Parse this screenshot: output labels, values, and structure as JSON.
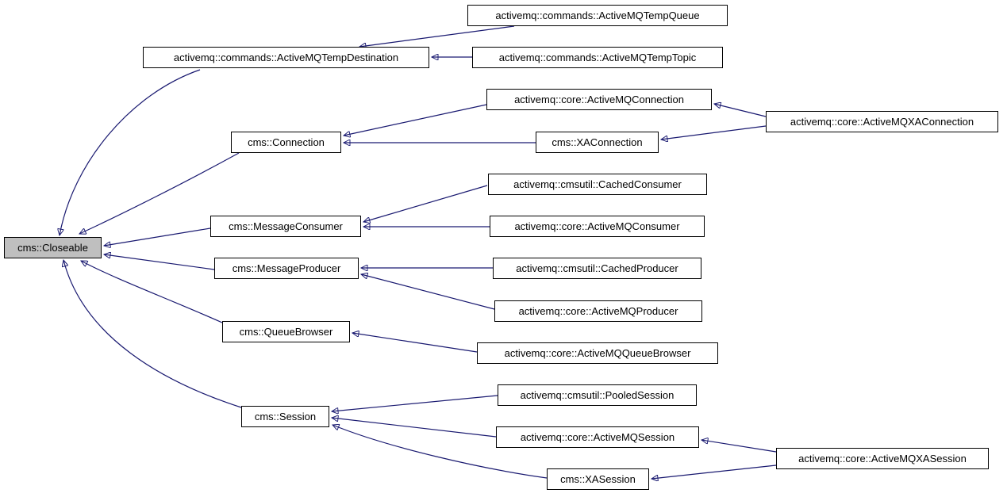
{
  "diagram": {
    "kind": "class-inheritance-graph",
    "colors": {
      "edge": "#191970",
      "node_border": "#000000",
      "node_fill": "#ffffff",
      "highlight_fill": "#bfbfbf",
      "text": "#000000",
      "background": "#ffffff"
    },
    "nodes": {
      "closeable": {
        "label": "cms::Closeable",
        "highlighted": true
      },
      "tempDestination": {
        "label": "activemq::commands::ActiveMQTempDestination"
      },
      "tempQueue": {
        "label": "activemq::commands::ActiveMQTempQueue"
      },
      "tempTopic": {
        "label": "activemq::commands::ActiveMQTempTopic"
      },
      "connection": {
        "label": "cms::Connection"
      },
      "activeMQConnection": {
        "label": "activemq::core::ActiveMQConnection"
      },
      "xaConnection": {
        "label": "cms::XAConnection"
      },
      "activeMQXAConnection": {
        "label": "activemq::core::ActiveMQXAConnection"
      },
      "messageConsumer": {
        "label": "cms::MessageConsumer"
      },
      "cachedConsumer": {
        "label": "activemq::cmsutil::CachedConsumer"
      },
      "activeMQConsumer": {
        "label": "activemq::core::ActiveMQConsumer"
      },
      "messageProducer": {
        "label": "cms::MessageProducer"
      },
      "cachedProducer": {
        "label": "activemq::cmsutil::CachedProducer"
      },
      "activeMQProducer": {
        "label": "activemq::core::ActiveMQProducer"
      },
      "queueBrowser": {
        "label": "cms::QueueBrowser"
      },
      "activeMQQueueBrowser": {
        "label": "activemq::core::ActiveMQQueueBrowser"
      },
      "session": {
        "label": "cms::Session"
      },
      "pooledSession": {
        "label": "activemq::cmsutil::PooledSession"
      },
      "activeMQSession": {
        "label": "activemq::core::ActiveMQSession"
      },
      "xaSession": {
        "label": "cms::XASession"
      },
      "activeMQXASession": {
        "label": "activemq::core::ActiveMQXASession"
      }
    },
    "edges": [
      {
        "from": "tempDestination",
        "to": "closeable"
      },
      {
        "from": "connection",
        "to": "closeable"
      },
      {
        "from": "messageConsumer",
        "to": "closeable"
      },
      {
        "from": "messageProducer",
        "to": "closeable"
      },
      {
        "from": "queueBrowser",
        "to": "closeable"
      },
      {
        "from": "session",
        "to": "closeable"
      },
      {
        "from": "tempQueue",
        "to": "tempDestination"
      },
      {
        "from": "tempTopic",
        "to": "tempDestination"
      },
      {
        "from": "activeMQConnection",
        "to": "connection"
      },
      {
        "from": "xaConnection",
        "to": "connection"
      },
      {
        "from": "activeMQXAConnection",
        "to": "activeMQConnection"
      },
      {
        "from": "activeMQXAConnection",
        "to": "xaConnection"
      },
      {
        "from": "cachedConsumer",
        "to": "messageConsumer"
      },
      {
        "from": "activeMQConsumer",
        "to": "messageConsumer"
      },
      {
        "from": "cachedProducer",
        "to": "messageProducer"
      },
      {
        "from": "activeMQProducer",
        "to": "messageProducer"
      },
      {
        "from": "activeMQQueueBrowser",
        "to": "queueBrowser"
      },
      {
        "from": "pooledSession",
        "to": "session"
      },
      {
        "from": "activeMQSession",
        "to": "session"
      },
      {
        "from": "xaSession",
        "to": "session"
      },
      {
        "from": "activeMQXASession",
        "to": "activeMQSession"
      },
      {
        "from": "activeMQXASession",
        "to": "xaSession"
      }
    ]
  }
}
